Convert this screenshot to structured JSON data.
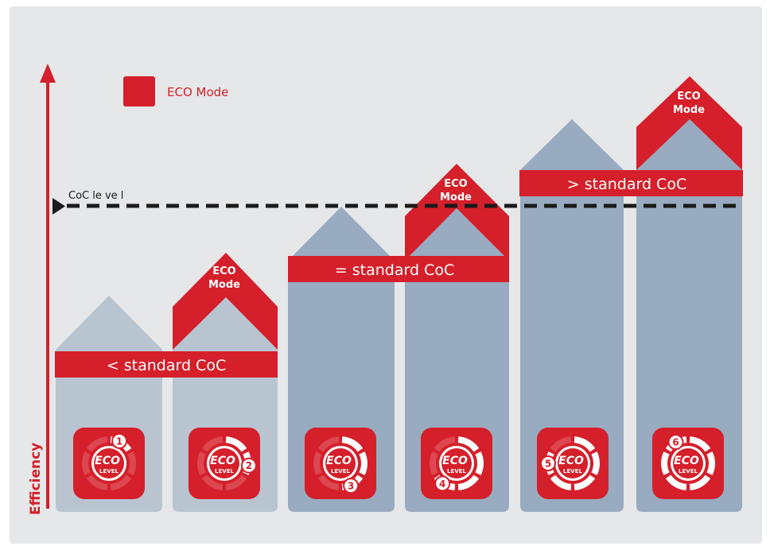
{
  "legend": {
    "label": "ECO Mode"
  },
  "axis": {
    "label": "Efficiency"
  },
  "coc_line": {
    "label": "CoC le ve l"
  },
  "bands": {
    "below": "< standard CoC",
    "equal": "= standard CoC",
    "above": "> standard CoC"
  },
  "eco_caps": [
    {
      "line1": "ECO",
      "line2": "Mode"
    },
    {
      "line1": "ECO",
      "line2": "Mode"
    },
    {
      "line1": "ECO",
      "line2": "Mode"
    }
  ],
  "badges": [
    {
      "number": "1",
      "word": "LEVEL",
      "logo": "ECO",
      "level": 1
    },
    {
      "number": "2",
      "word": "LEVEL",
      "logo": "ECO",
      "level": 2
    },
    {
      "number": "3",
      "word": "LEVEL",
      "logo": "ECO",
      "level": 3
    },
    {
      "number": "4",
      "word": "LEVEL",
      "logo": "ECO",
      "level": 4
    },
    {
      "number": "5",
      "word": "LEVEL",
      "logo": "ECO",
      "level": 5
    },
    {
      "number": "6",
      "word": "LEVEL",
      "logo": "ECO",
      "level": 6
    }
  ],
  "colors": {
    "background": "#e6e7e9",
    "red": "#d51f2a",
    "column_light": "#b9c4d1",
    "column_dark": "#98abc0",
    "dash": "#1a1a1a"
  }
}
